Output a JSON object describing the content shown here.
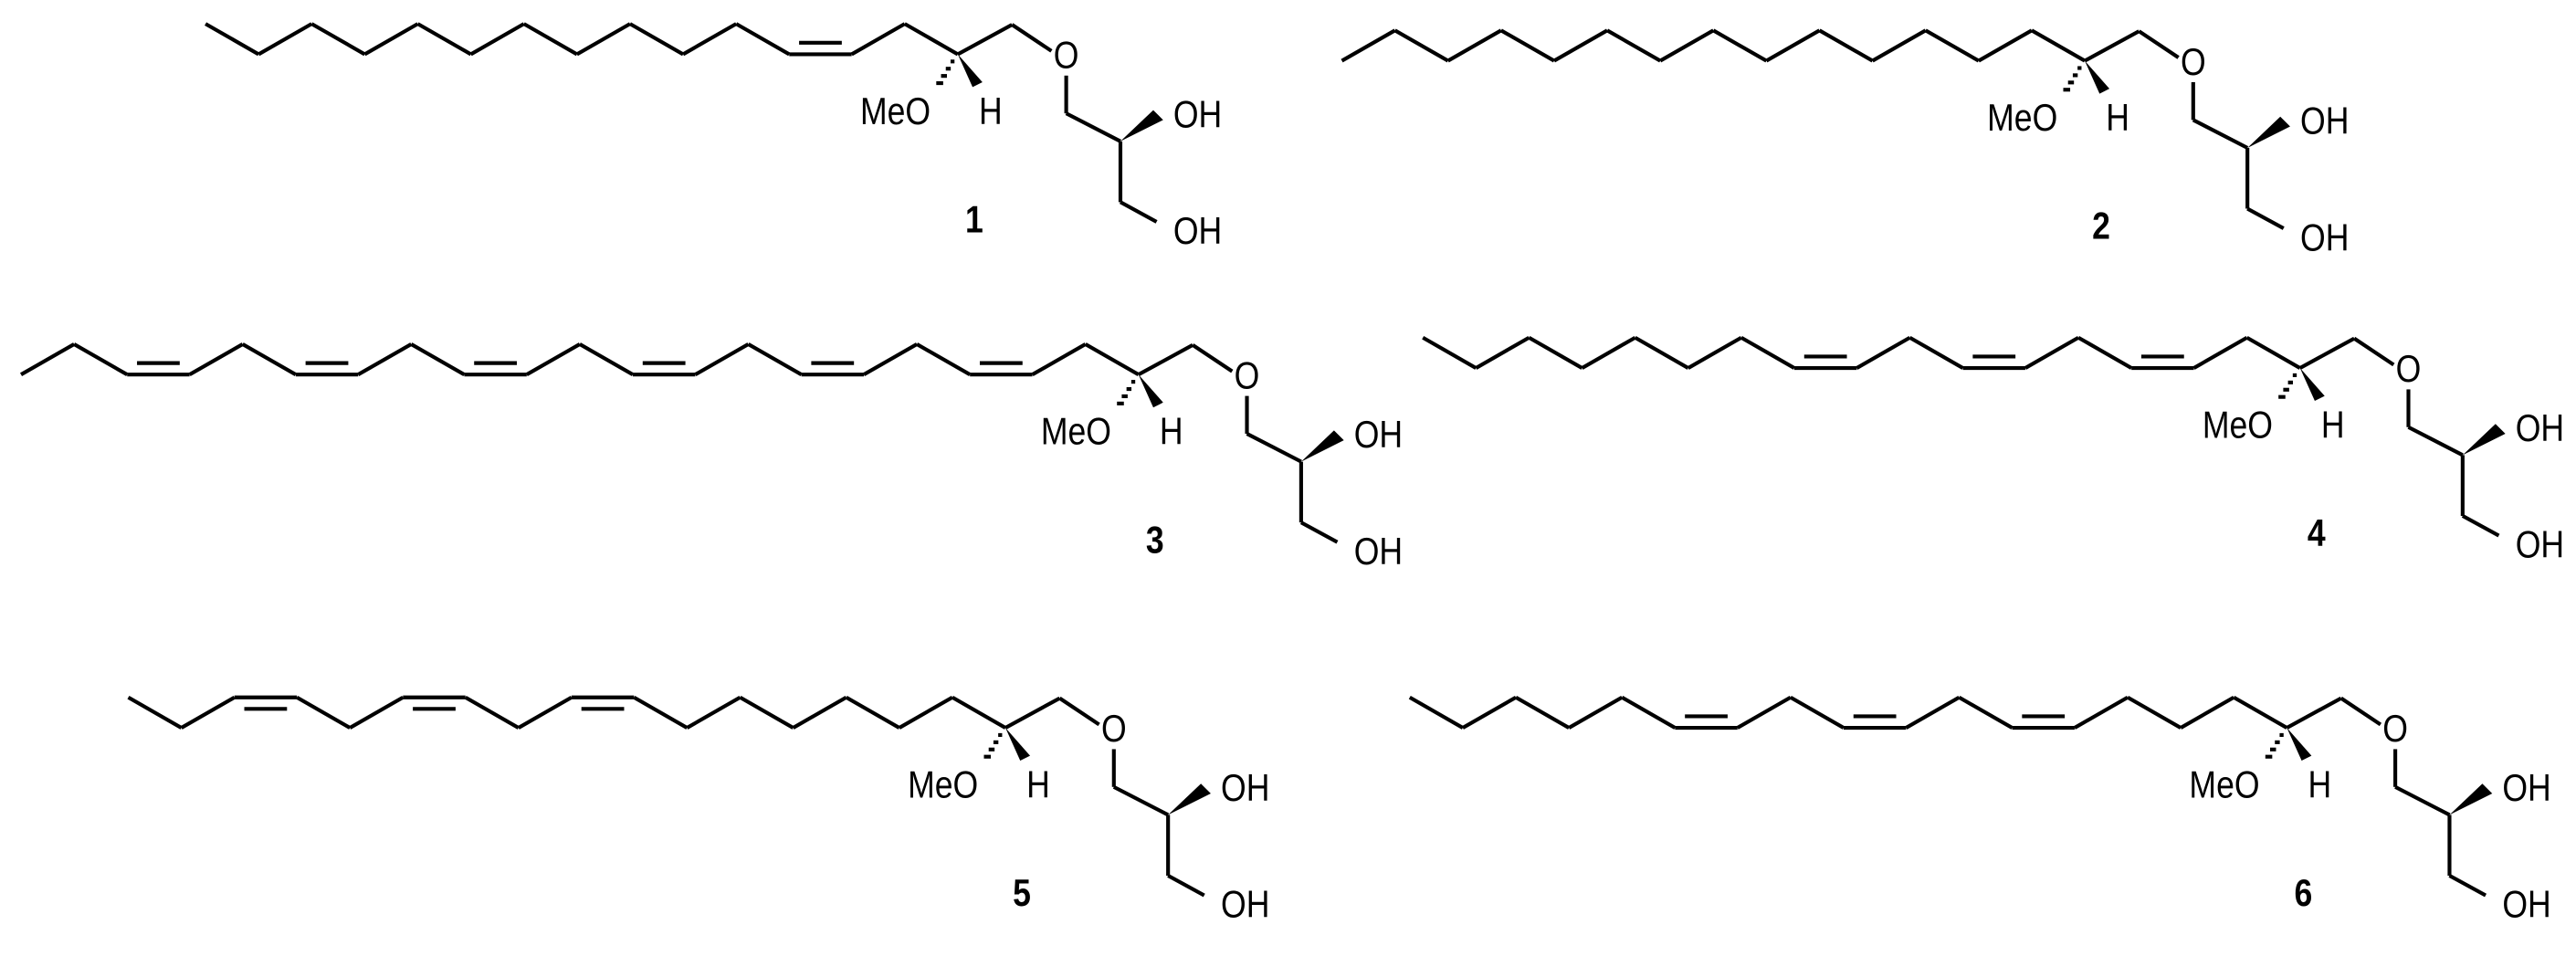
{
  "figure": {
    "compounds": [
      {
        "label": "1",
        "ether_oxygen": "O",
        "methoxy": "MeO",
        "hydrogen": "H",
        "hydroxyl_secondary": "OH",
        "hydroxyl_primary": "OH"
      },
      {
        "label": "2",
        "ether_oxygen": "O",
        "methoxy": "MeO",
        "hydrogen": "H",
        "hydroxyl_secondary": "OH",
        "hydroxyl_primary": "OH"
      },
      {
        "label": "3",
        "ether_oxygen": "O",
        "methoxy": "MeO",
        "hydrogen": "H",
        "hydroxyl_secondary": "OH",
        "hydroxyl_primary": "OH"
      },
      {
        "label": "4",
        "ether_oxygen": "O",
        "methoxy": "MeO",
        "hydrogen": "H",
        "hydroxyl_secondary": "OH",
        "hydroxyl_primary": "OH"
      },
      {
        "label": "5",
        "ether_oxygen": "O",
        "methoxy": "MeO",
        "hydrogen": "H",
        "hydroxyl_secondary": "OH",
        "hydroxyl_primary": "OH"
      },
      {
        "label": "6",
        "ether_oxygen": "O",
        "methoxy": "MeO",
        "hydrogen": "H",
        "hydroxyl_secondary": "OH",
        "hydroxyl_primary": "OH"
      }
    ],
    "colors": {
      "ink": "#000000",
      "background": "#ffffff"
    }
  }
}
